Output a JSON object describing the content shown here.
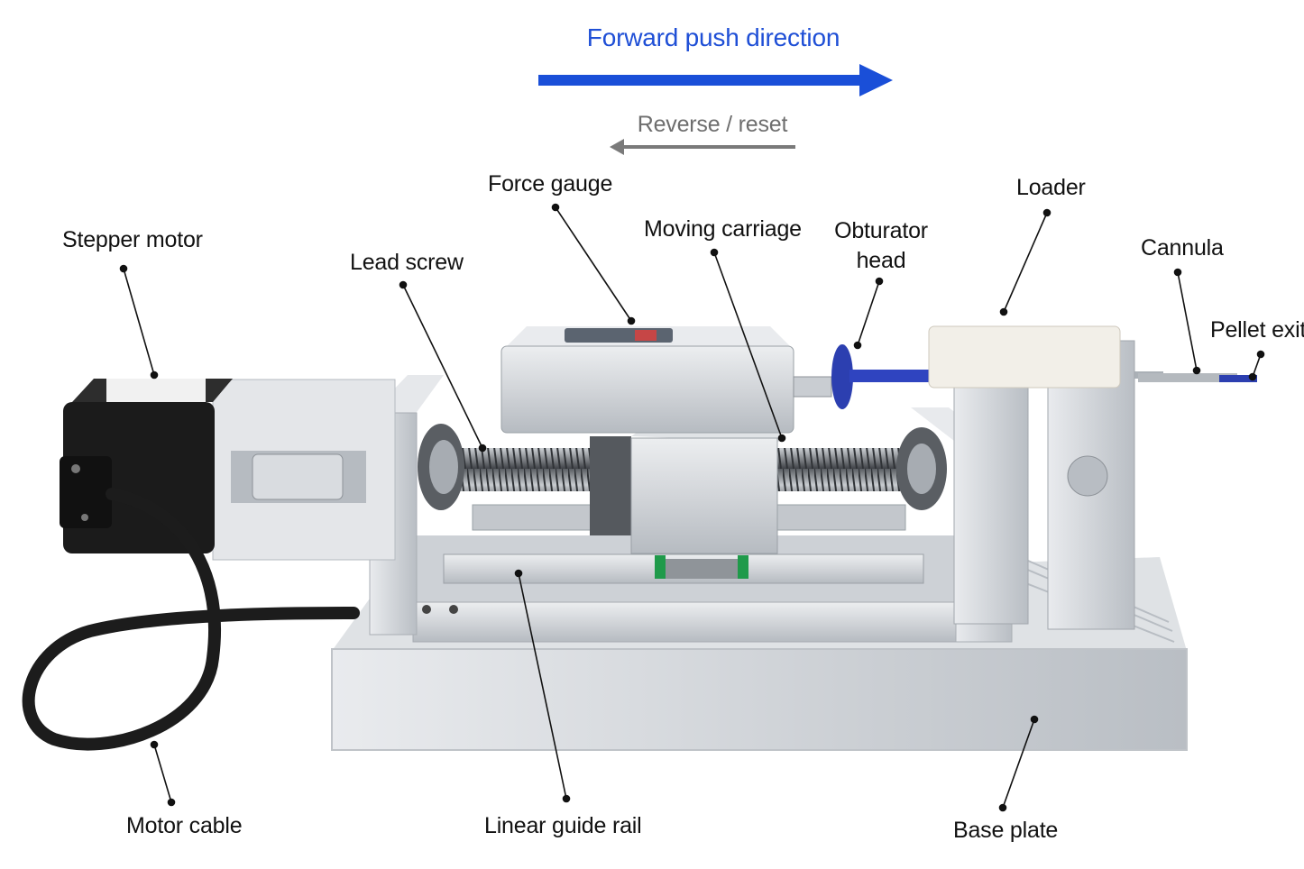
{
  "directions": {
    "forward": {
      "label": "Forward push direction",
      "color": "#1a4fd8"
    },
    "reverse": {
      "label": "Reverse / reset",
      "color": "#7a7a7a"
    }
  },
  "labels": {
    "stepper_motor": "Stepper motor",
    "lead_screw": "Lead screw",
    "force_gauge": "Force gauge",
    "moving_carriage": "Moving carriage",
    "obturator_head_line1": "Obturator",
    "obturator_head_line2": "head",
    "loader": "Loader",
    "cannula": "Cannula",
    "pellet_exit": "Pellet exit",
    "motor_cable": "Motor cable",
    "linear_guide_rail": "Linear guide rail",
    "base_plate": "Base plate"
  },
  "colors": {
    "aluminum": "#cfd2d6",
    "aluminum_dark": "#9ea3a9",
    "motor_black": "#1b1b1b",
    "accent_blue": "#2c3fb0",
    "rail_green": "#1f9a4a",
    "loader_white": "#f2efe8"
  }
}
